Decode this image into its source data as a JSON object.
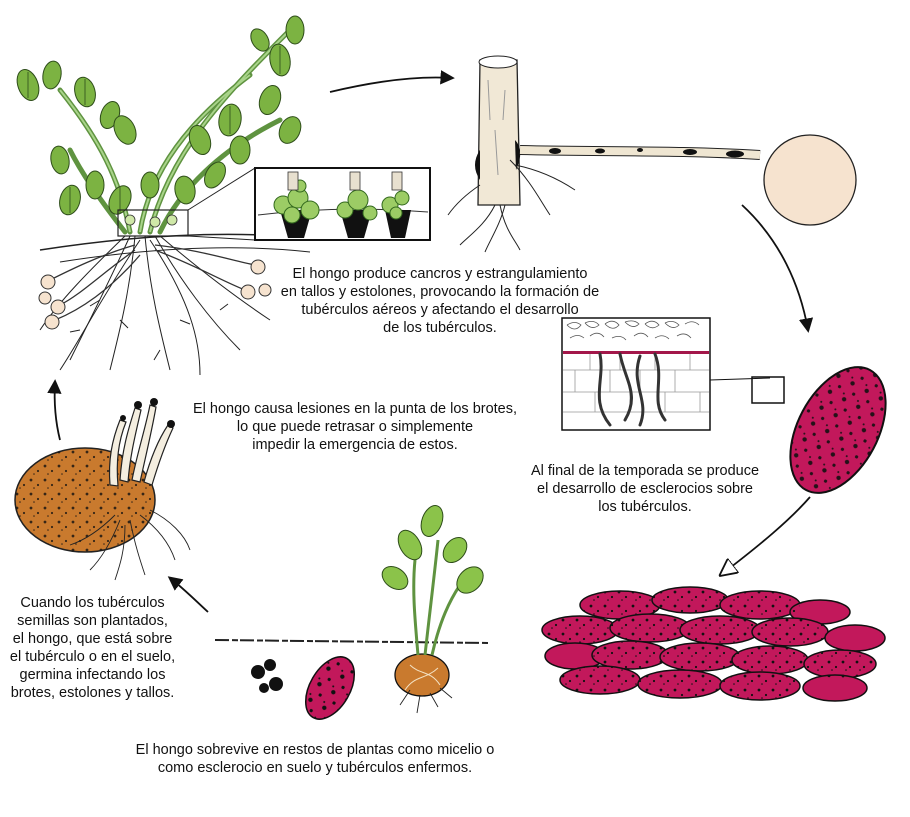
{
  "captions": {
    "stem_canker": "El hongo produce cancros y estrangulamiento\nen tallos y estolones, provocando la formación de\ntubérculos aéreos y afectando el desarrollo\nde los tubérculos.",
    "sprout_lesions": "El hongo causa lesiones en la punta de los brotes,\nlo que puede retrasar o simplemente\nimpedir la emergencia de estos.",
    "sclerotia": "Al final de la temporada se produce\nel desarrollo de esclerocios sobre\nlos tubérculos.",
    "seed_tubers": "Cuando los tubérculos\nsemillas son plantados,\nel hongo, que está sobre\nel tubérculo o en el suelo,\ngermina infectando los\nbrotes, estolones y tallos.",
    "survival": "El hongo sobrevive en restos de plantas como micelio o\ncomo esclerocio en suelo y tubérculos enfermos."
  },
  "colors": {
    "leaf": "#7cb342",
    "leaf_dark": "#4e7d2a",
    "stem": "#8bbf6a",
    "tuber_healthy": "#c97a2e",
    "tuber_light": "#f6e3cf",
    "tuber_diseased": "#c2185b",
    "stolon": "#efe6d2",
    "sclerotia": "#111111",
    "arrow": "#111111"
  },
  "icons": [
    "leaf-icon",
    "tuber-icon",
    "sclerotia-icon",
    "arrow-icon",
    "magnifier-box-icon",
    "root-icon"
  ]
}
